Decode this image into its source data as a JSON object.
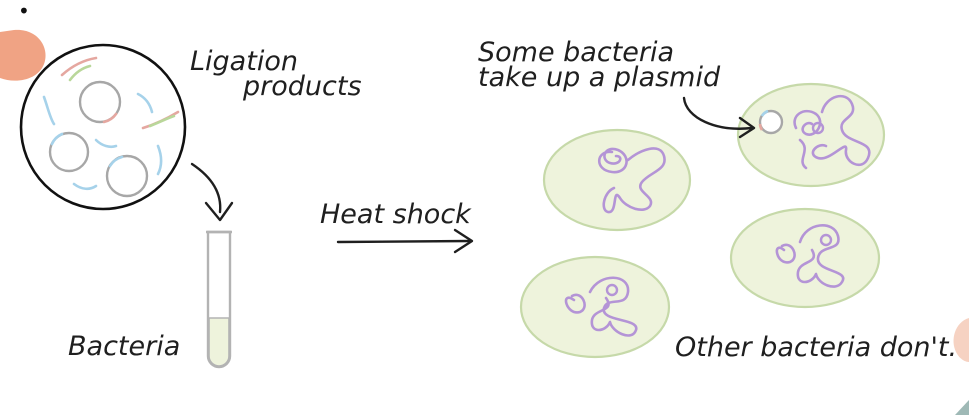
{
  "labels": {
    "ligation_line1": "Ligation",
    "ligation_line2": "products",
    "bacteria": "Bacteria",
    "heat_shock": "Heat shock",
    "some_line1": "Some bacteria",
    "some_line2": "take up a plasmid",
    "other": "Other bacteria don't."
  },
  "bullet": "•",
  "colors": {
    "ink": "#1f1f1f",
    "cell_fill": "#eef3dc",
    "cell_stroke": "#c6d9a9",
    "dna": "#b494d6",
    "fragment_blue": "#a6d2ea",
    "fragment_red": "#e5a7a0",
    "fragment_green": "#b9d79a",
    "corner_blob": "#f0a384"
  }
}
